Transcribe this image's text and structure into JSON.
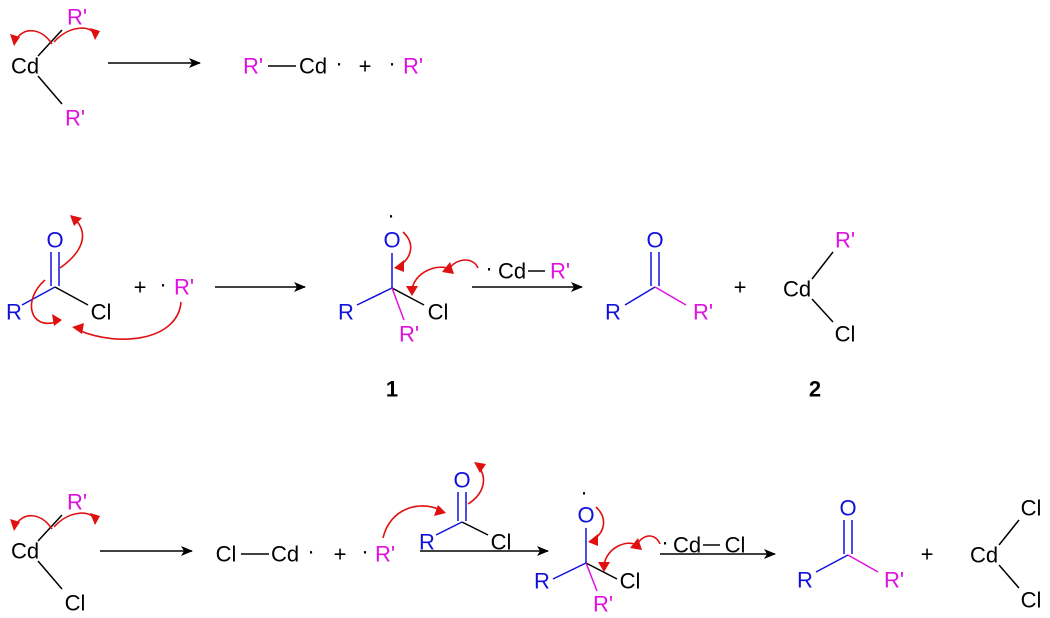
{
  "colors": {
    "black": "#000000",
    "blue": "#1010dd",
    "magenta": "#e010e0",
    "red": "#e01010"
  },
  "atoms": {
    "cd": "Cd",
    "r_prime": "R'",
    "r": "R",
    "cl": "Cl",
    "o": "O"
  },
  "symbols": {
    "plus": "+",
    "radical": "·"
  },
  "compound_numbers": {
    "intermediate": "1",
    "cadmium_chloride_alkyl": "2"
  }
}
